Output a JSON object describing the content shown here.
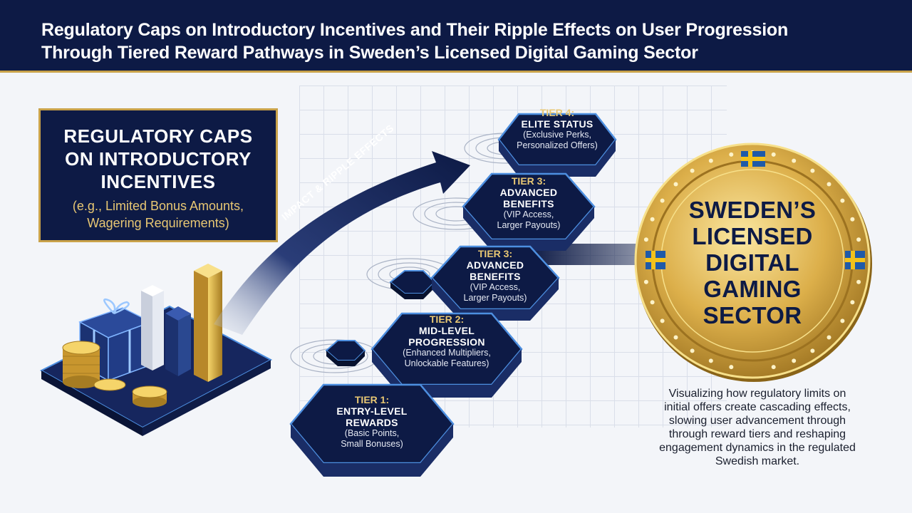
{
  "header": {
    "title_line1": "Regulatory Caps on Introductory Incentives and Their Ripple Effects on User Progression",
    "title_line2": "Through Tiered Reward Pathways in Sweden’s Licensed Digital Gaming Sector"
  },
  "caps_box": {
    "title_lines": [
      "REGULATORY CAPS",
      "ON INTRODUCTORY",
      "INCENTIVES"
    ],
    "subtitle_lines": [
      "(e.g., Limited Bonus Amounts,",
      "Wagering Requirements)"
    ]
  },
  "arrow_label": "IMPACT & RIPPLE EFFECTS",
  "tiers": [
    {
      "label": "TIER 1:",
      "name_lines": [
        "ENTRY-LEVEL",
        "REWARDS"
      ],
      "desc_lines": [
        "(Basic Points,",
        "Small Bonuses)"
      ]
    },
    {
      "label": "TIER 2:",
      "name_lines": [
        "MID-LEVEL",
        "PROGRESSION"
      ],
      "desc_lines": [
        "(Enhanced Multipliers,",
        "Unlockable Features)"
      ]
    },
    {
      "label": "TIER 3:",
      "name_lines": [
        "ADVANCED",
        "BENEFITS"
      ],
      "desc_lines": [
        "(VIP Access,",
        "Larger Payouts)"
      ]
    },
    {
      "label": "TIER 3:",
      "name_lines": [
        "ADVANCED",
        "BENEFITS"
      ],
      "desc_lines": [
        "(VIP Access,",
        "Larger Payouts)"
      ]
    },
    {
      "label": "TIER 4:",
      "name_lines": [
        "ELITE STATUS"
      ],
      "desc_lines": [
        "(Exclusive Perks,",
        "Personalized Offers)"
      ]
    }
  ],
  "coin": {
    "text_lines": [
      "SWEDEN’S",
      "LICENSED",
      "DIGITAL",
      "GAMING",
      "SECTOR"
    ]
  },
  "caption_lines": [
    "Visualizing how regulatory limits on",
    "initial offers create cascading effects,",
    "slowing user advancement through",
    "through reward tiers and reshaping",
    "engagement dynamics in the regulated",
    "Swedish market."
  ],
  "colors": {
    "navy": "#0d1a45",
    "gold": "#c9a24a",
    "glow_blue": "#4d8fe0",
    "flag_blue": "#1f5aa8",
    "flag_yellow": "#f2c21b"
  }
}
